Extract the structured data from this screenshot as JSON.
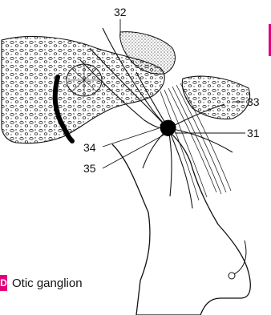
{
  "figure": {
    "labels": {
      "l32": "32",
      "l33": "33",
      "l31": "31",
      "l34": "34",
      "l35": "35"
    },
    "caption": {
      "badge": "D",
      "text": "Otic ganglion"
    },
    "colors": {
      "accent": "#e2007a",
      "ink": "#111111"
    }
  }
}
